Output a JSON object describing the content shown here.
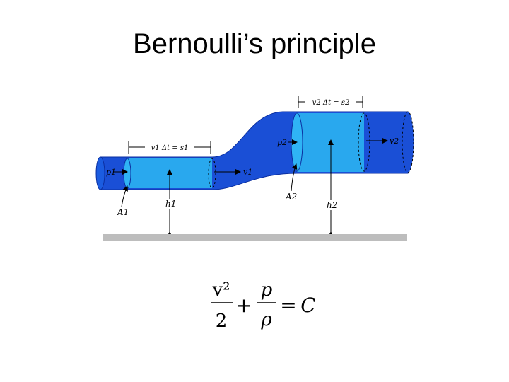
{
  "title": "Bernoulli’s principle",
  "colors": {
    "pipe_dark": "#1a4fd6",
    "pipe_light": "#29a8ee",
    "ground": "#bdbdbd"
  },
  "labels": {
    "p1": "p1",
    "p2": "p2",
    "v1": "v1",
    "v2": "v2",
    "A1": "A1",
    "A2": "A2",
    "h1": "h1",
    "h2": "h2",
    "s1_measure": "v1 Δt = s1",
    "s2_measure": "v2 Δt = s2"
  },
  "equation": {
    "term1_num": "v²",
    "term1_den": "2",
    "plus": "+",
    "term2_num": "p",
    "term2_den": "ρ",
    "equals": "=",
    "constant": "C"
  }
}
